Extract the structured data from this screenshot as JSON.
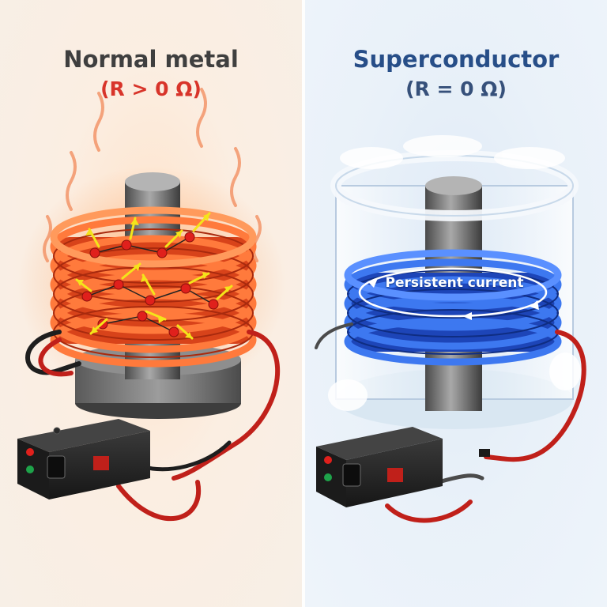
{
  "left_panel": {
    "title": "Normal metal",
    "condition": "(R > 0 Ω)",
    "accent": "#d8342a"
  },
  "right_panel": {
    "title": "Superconductor",
    "condition": "(R = 0 Ω)",
    "coil_label": "Persistent current",
    "accent": "#2a5bd7"
  }
}
